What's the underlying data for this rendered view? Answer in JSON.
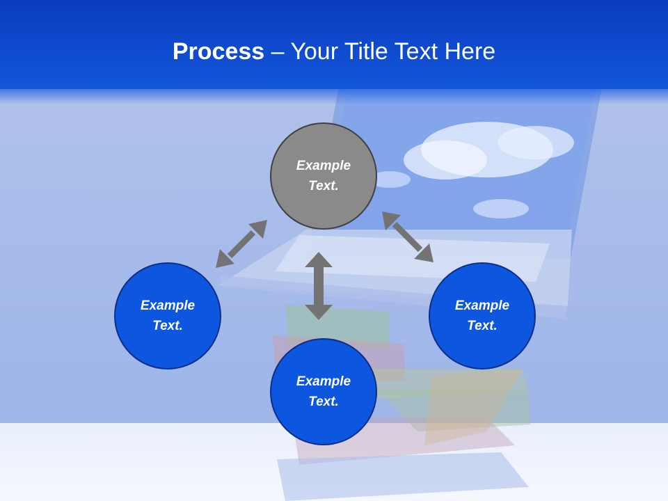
{
  "slide": {
    "title_bold": "Process",
    "title_rest": " – Your Title Text Here"
  },
  "nodes": {
    "top": {
      "line1": "Example",
      "line2": "Text."
    },
    "left": {
      "line1": "Example",
      "line2": "Text."
    },
    "right": {
      "line1": "Example",
      "line2": "Text."
    },
    "bottom": {
      "line1": "Example",
      "line2": "Text."
    }
  },
  "colors": {
    "header": "#0f4fd6",
    "node_gray": "#8a8a8a",
    "node_blue": "#0c56e0",
    "arrow": "#737373"
  }
}
